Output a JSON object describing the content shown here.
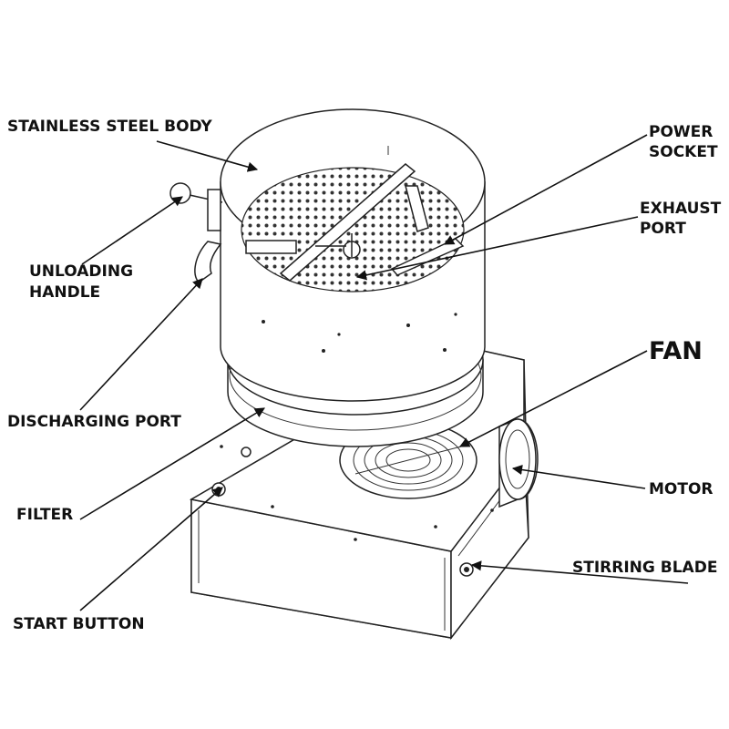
{
  "labels": {
    "stainless_steel_body": "STAINLESS STEEL BODY",
    "power_socket_line1": "POWER",
    "power_socket_line2": "SOCKET",
    "exhaust_port_line1": "EXHAUST",
    "exhaust_port_line2": "PORT",
    "unloading_handle_line1": "UNLOADING",
    "unloading_handle_line2": "HANDLE",
    "fan": "FAN",
    "discharging_port": "DISCHARGING PORT",
    "motor": "MOTOR",
    "filter": "FILTER",
    "stirring_blade": "STIRRING BLADE",
    "start_button": "START BUTTON"
  }
}
